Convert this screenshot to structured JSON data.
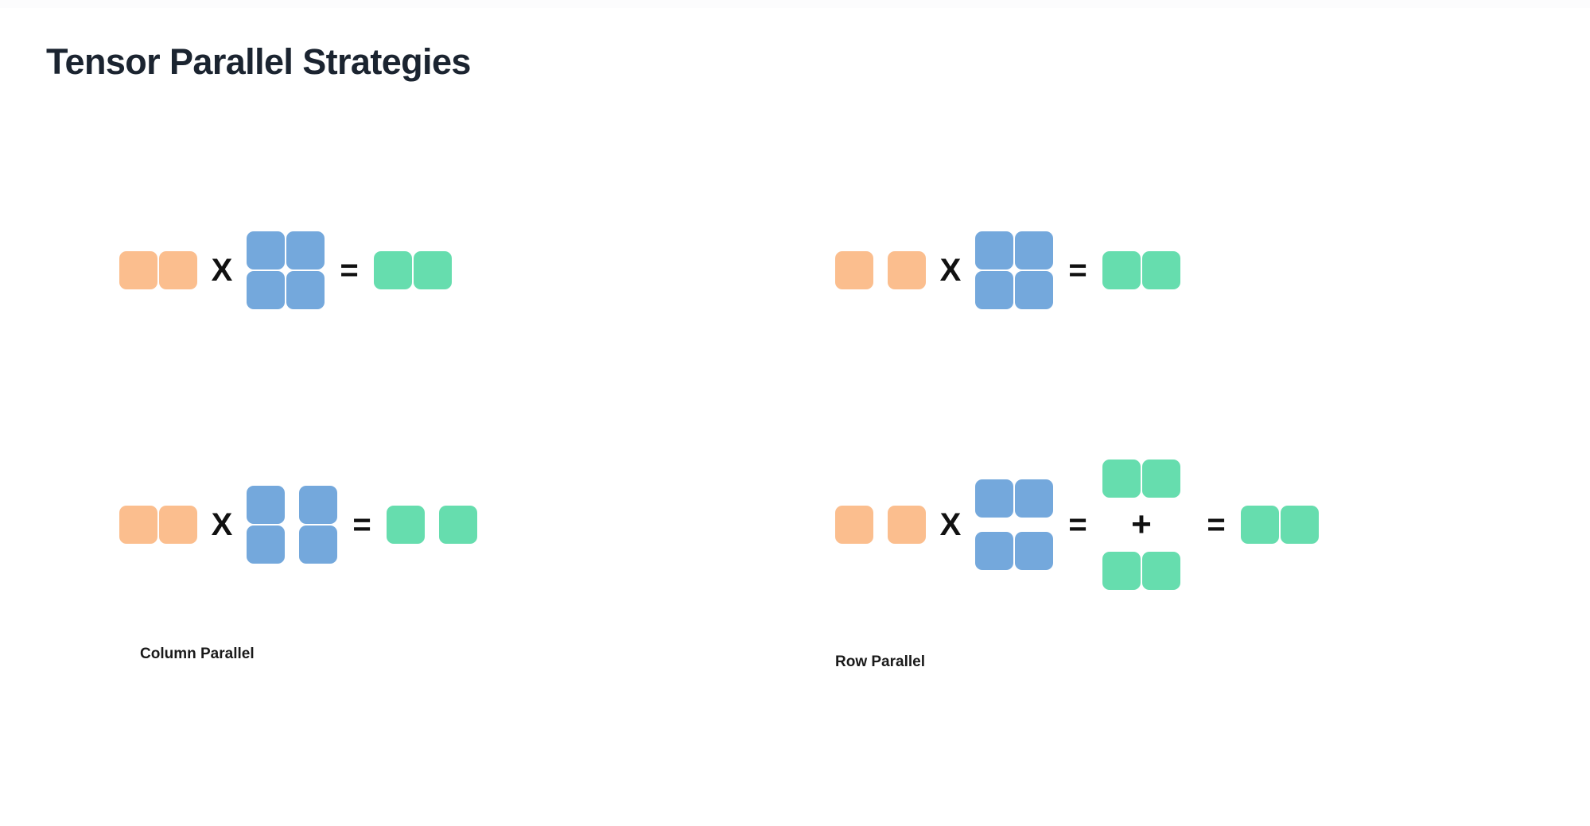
{
  "page": {
    "title": "Tensor Parallel Strategies",
    "background": "#ffffff"
  },
  "colors": {
    "title_text": "#1b2430",
    "label_text": "#1a1a1a",
    "operator": "#111111",
    "input_orange": "#fbbe8e",
    "weight_blue": "#74a8dc",
    "output_green": "#66ddae"
  },
  "operators": {
    "times": "X",
    "equals": "=",
    "plus": "+"
  },
  "panels": [
    {
      "id": "column-parallel",
      "label": "Column Parallel",
      "rows": [
        {
          "id": "unsharded-matmul",
          "input": {
            "kind": "vector",
            "cols": 2,
            "split": false,
            "color": "orange"
          },
          "weight": {
            "kind": "matrix",
            "rows": 2,
            "cols": 2,
            "shard": "none",
            "color": "blue"
          },
          "output": {
            "kind": "vector",
            "cols": 2,
            "split": false,
            "color": "green"
          }
        },
        {
          "id": "column-sharded-matmul",
          "input": {
            "kind": "vector",
            "cols": 2,
            "split": false,
            "color": "orange"
          },
          "weight": {
            "kind": "matrix",
            "rows": 2,
            "cols": 2,
            "shard": "column",
            "color": "blue"
          },
          "output": {
            "kind": "vector",
            "cols": 2,
            "split": true,
            "color": "green"
          }
        }
      ]
    },
    {
      "id": "row-parallel",
      "label": "Row Parallel",
      "rows": [
        {
          "id": "unsharded-matmul",
          "input": {
            "kind": "vector",
            "cols": 2,
            "split": true,
            "color": "orange"
          },
          "weight": {
            "kind": "matrix",
            "rows": 2,
            "cols": 2,
            "shard": "none",
            "color": "blue"
          },
          "output": {
            "kind": "vector",
            "cols": 2,
            "split": false,
            "color": "green"
          }
        },
        {
          "id": "row-sharded-matmul",
          "input": {
            "kind": "vector",
            "cols": 2,
            "split": true,
            "color": "orange"
          },
          "weight": {
            "kind": "matrix",
            "rows": 2,
            "cols": 2,
            "shard": "row",
            "color": "blue"
          },
          "partials": [
            {
              "kind": "vector",
              "cols": 2,
              "split": false,
              "color": "green"
            },
            {
              "kind": "vector",
              "cols": 2,
              "split": false,
              "color": "green"
            }
          ],
          "output": {
            "kind": "vector",
            "cols": 2,
            "split": false,
            "color": "green"
          }
        }
      ]
    }
  ]
}
